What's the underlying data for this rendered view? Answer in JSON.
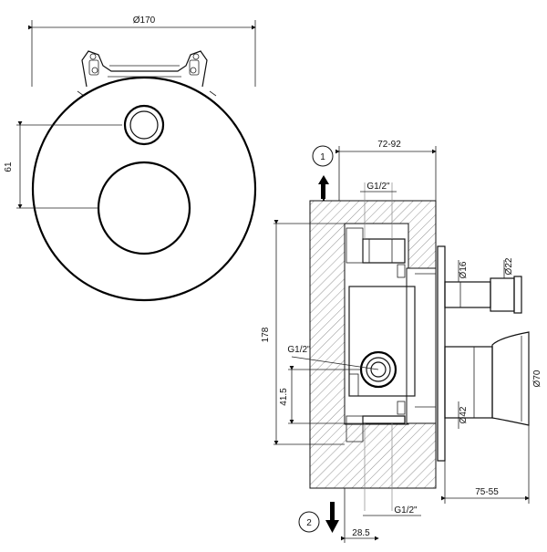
{
  "front_view": {
    "dim_outer_diameter": "Ø170",
    "dim_offset": "61"
  },
  "side_view": {
    "dim_depth": "72-92",
    "dim_thread_top": "G1/2\"",
    "dim_thread_middle": "G1/2\"",
    "dim_thread_bottom": "G1/2\"",
    "dim_height": "178",
    "dim_centre": "41.5",
    "dim_bottom_offset": "28.5",
    "dim_projection": "75-55",
    "dim_dia_16": "Ø16",
    "dim_dia_22": "Ø22",
    "dim_dia_70": "Ø70",
    "dim_dia_42": "Ø42",
    "outlet_1_label": "1",
    "outlet_2_label": "2"
  },
  "colors": {
    "line": "#111111",
    "hatch": "#555555",
    "background": "#ffffff"
  }
}
